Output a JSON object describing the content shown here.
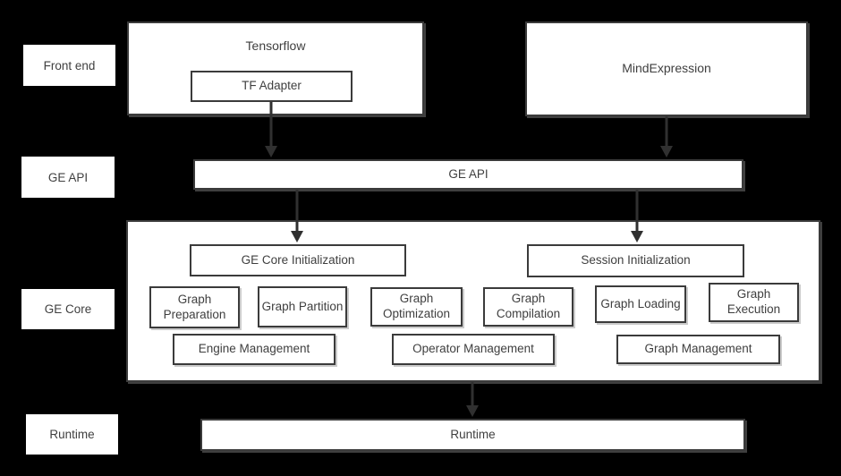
{
  "row_labels": {
    "front_end": "Front end",
    "ge_api": "GE API",
    "ge_core": "GE Core",
    "runtime": "Runtime"
  },
  "front_end": {
    "tensorflow": "Tensorflow",
    "tf_adapter": "TF Adapter",
    "mind_expression": "MindExpression"
  },
  "ge_api_bar": "GE API",
  "ge_core": {
    "ge_core_init": "GE Core Initialization",
    "session_init": "Session Initialization",
    "modules": [
      "Graph Preparation",
      "Graph Partition",
      "Graph Optimization",
      "Graph Compilation",
      "Graph Loading",
      "Graph Execution"
    ],
    "management": [
      "Engine Management",
      "Operator Management",
      "Graph Management"
    ]
  },
  "runtime_bar": "Runtime",
  "colors": {
    "background": "#000000",
    "box_fill": "#ffffff",
    "box_border": "#3b3b3b",
    "text": "#3f3f3f",
    "arrow": "#303030"
  },
  "icons": {
    "arrows": [
      "arrow-down-tf-adapter-to-ge-api",
      "arrow-down-mindexpression-to-ge-api",
      "arrow-down-ge-api-to-ge-core-init",
      "arrow-down-ge-api-to-session-init",
      "arrow-down-ge-core-to-runtime"
    ]
  }
}
